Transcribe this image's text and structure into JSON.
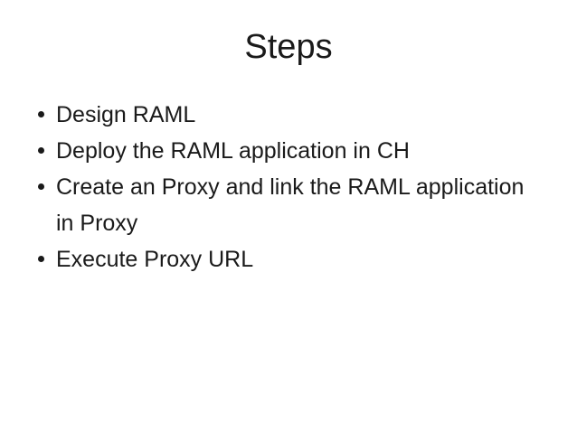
{
  "slide": {
    "title": "Steps",
    "bullets": [
      {
        "lines": [
          "Design RAML"
        ]
      },
      {
        "lines": [
          "Deploy the RAML application in CH"
        ]
      },
      {
        "lines": [
          "Create an Proxy and link the RAML application",
          "in Proxy"
        ]
      },
      {
        "lines": [
          "Execute Proxy URL"
        ]
      }
    ],
    "colors": {
      "background": "#ffffff",
      "text": "#1a1a1a"
    }
  }
}
